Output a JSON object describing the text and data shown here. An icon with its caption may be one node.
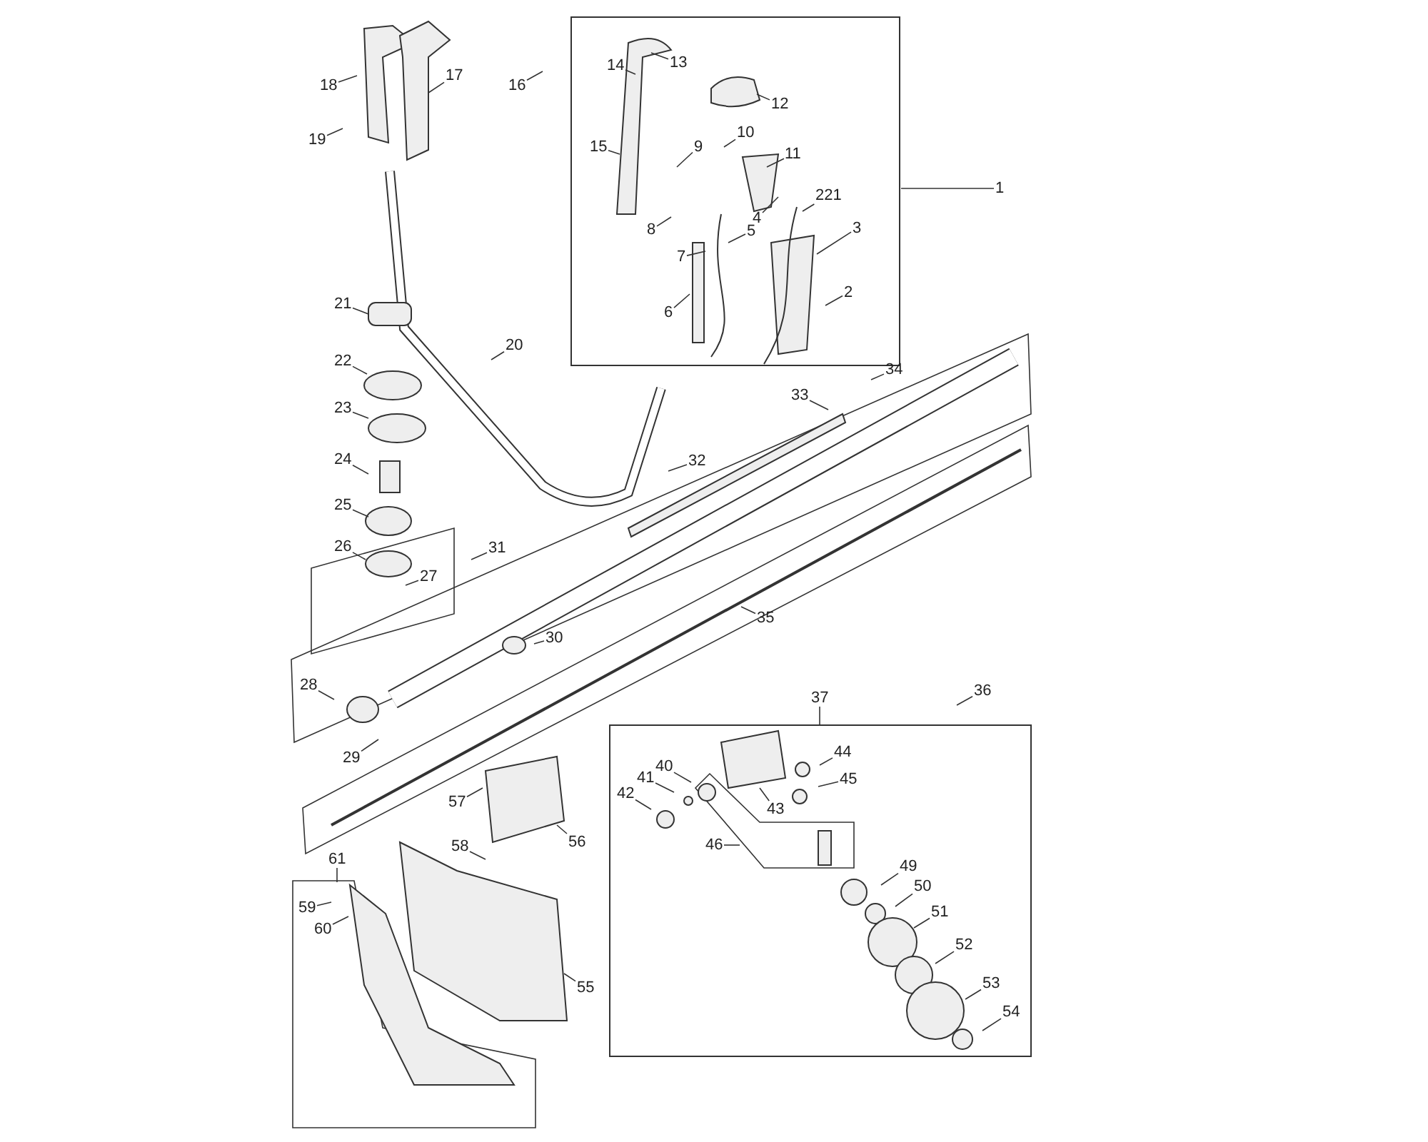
{
  "diagram": {
    "nodes": [
      {
        "text": [
          "1"
        ]
      },
      {
        "text": [
          "2"
        ]
      },
      {
        "text": [
          "3"
        ]
      },
      {
        "text": [
          "4"
        ]
      },
      {
        "text": [
          "221"
        ]
      },
      {
        "text": [
          "5"
        ]
      },
      {
        "text": [
          "6"
        ]
      },
      {
        "text": [
          "7"
        ]
      },
      {
        "text": [
          "8"
        ]
      },
      {
        "text": [
          "9"
        ]
      },
      {
        "text": [
          "10"
        ]
      },
      {
        "text": [
          "11"
        ]
      },
      {
        "text": [
          "12"
        ]
      },
      {
        "text": [
          "13"
        ]
      },
      {
        "text": [
          "14"
        ]
      },
      {
        "text": [
          "15"
        ]
      },
      {
        "text": [
          "16"
        ]
      },
      {
        "text": [
          "17"
        ]
      },
      {
        "text": [
          "18"
        ]
      },
      {
        "text": [
          "19"
        ]
      },
      {
        "text": [
          "20"
        ]
      },
      {
        "text": [
          "21"
        ]
      },
      {
        "text": [
          "22"
        ]
      },
      {
        "text": [
          "23"
        ]
      },
      {
        "text": [
          "24"
        ]
      },
      {
        "text": [
          "25"
        ]
      },
      {
        "text": [
          "26"
        ]
      },
      {
        "text": [
          "27"
        ]
      },
      {
        "text": [
          "28"
        ]
      },
      {
        "text": [
          "29"
        ]
      },
      {
        "text": [
          "30"
        ]
      },
      {
        "text": [
          "31"
        ]
      },
      {
        "text": [
          "32"
        ]
      },
      {
        "text": [
          "33"
        ]
      },
      {
        "text": [
          "34"
        ]
      },
      {
        "text": [
          "35"
        ]
      },
      {
        "text": [
          "36"
        ]
      },
      {
        "text": [
          "37"
        ]
      },
      {
        "text": [
          "40"
        ]
      },
      {
        "text": [
          "41"
        ]
      },
      {
        "text": [
          "42"
        ]
      },
      {
        "text": [
          "43"
        ]
      },
      {
        "text": [
          "44"
        ]
      },
      {
        "text": [
          "45"
        ]
      },
      {
        "text": [
          "46"
        ]
      },
      {
        "text": [
          "49"
        ]
      },
      {
        "text": [
          "50"
        ]
      },
      {
        "text": [
          "51"
        ]
      },
      {
        "text": [
          "52"
        ]
      },
      {
        "text": [
          "53"
        ]
      },
      {
        "text": [
          "54"
        ]
      },
      {
        "text": [
          "55"
        ]
      },
      {
        "text": [
          "56"
        ]
      },
      {
        "text": [
          "57"
        ]
      },
      {
        "text": [
          "58"
        ]
      },
      {
        "text": [
          "59"
        ]
      },
      {
        "text": [
          "60"
        ]
      },
      {
        "text": [
          "61"
        ]
      }
    ],
    "edges": [
      {
        "from": 0,
        "to": null,
        "arrow": "none"
      },
      {
        "from": 1,
        "to": null,
        "arrow": "none"
      },
      {
        "from": 2,
        "to": null,
        "arrow": "none"
      },
      {
        "from": 3,
        "to": null,
        "arrow": "none"
      },
      {
        "from": 4,
        "to": null,
        "arrow": "none"
      },
      {
        "from": 5,
        "to": null,
        "arrow": "none"
      },
      {
        "from": 6,
        "to": null,
        "arrow": "none"
      },
      {
        "from": 7,
        "to": null,
        "arrow": "none"
      },
      {
        "from": 8,
        "to": null,
        "arrow": "none"
      },
      {
        "from": 9,
        "to": null,
        "arrow": "none"
      },
      {
        "from": 10,
        "to": null,
        "arrow": "none"
      },
      {
        "from": 11,
        "to": null,
        "arrow": "none"
      },
      {
        "from": 12,
        "to": null,
        "arrow": "none"
      },
      {
        "from": 13,
        "to": null,
        "arrow": "none"
      },
      {
        "from": 14,
        "to": null,
        "arrow": "none"
      },
      {
        "from": 15,
        "to": null,
        "arrow": "none"
      },
      {
        "from": 16,
        "to": null,
        "arrow": "none"
      },
      {
        "from": 17,
        "to": null,
        "arrow": "none"
      },
      {
        "from": 18,
        "to": null,
        "arrow": "none"
      },
      {
        "from": 19,
        "to": null,
        "arrow": "none"
      },
      {
        "from": 20,
        "to": null,
        "arrow": "none"
      },
      {
        "from": 21,
        "to": null,
        "arrow": "none"
      },
      {
        "from": 22,
        "to": null,
        "arrow": "none"
      },
      {
        "from": 23,
        "to": null,
        "arrow": "none"
      },
      {
        "from": 24,
        "to": null,
        "arrow": "none"
      },
      {
        "from": 25,
        "to": null,
        "arrow": "none"
      },
      {
        "from": 26,
        "to": null,
        "arrow": "none"
      },
      {
        "from": 27,
        "to": null,
        "arrow": "none"
      },
      {
        "from": 28,
        "to": null,
        "arrow": "none"
      },
      {
        "from": 29,
        "to": null,
        "arrow": "none"
      },
      {
        "from": 30,
        "to": null,
        "arrow": "none"
      },
      {
        "from": 31,
        "to": null,
        "arrow": "none"
      },
      {
        "from": 32,
        "to": null,
        "arrow": "none"
      },
      {
        "from": 33,
        "to": null,
        "arrow": "none"
      },
      {
        "from": 34,
        "to": null,
        "arrow": "none"
      },
      {
        "from": 35,
        "to": null,
        "arrow": "none"
      },
      {
        "from": 36,
        "to": null,
        "arrow": "none"
      },
      {
        "from": 37,
        "to": null,
        "arrow": "none"
      },
      {
        "from": 38,
        "to": null,
        "arrow": "none"
      },
      {
        "from": 39,
        "to": null,
        "arrow": "none"
      },
      {
        "from": 40,
        "to": null,
        "arrow": "none"
      },
      {
        "from": 41,
        "to": null,
        "arrow": "none"
      },
      {
        "from": 42,
        "to": null,
        "arrow": "none"
      },
      {
        "from": 43,
        "to": null,
        "arrow": "none"
      },
      {
        "from": 44,
        "to": null,
        "arrow": "none"
      },
      {
        "from": 45,
        "to": null,
        "arrow": "none"
      },
      {
        "from": 46,
        "to": null,
        "arrow": "none"
      },
      {
        "from": 47,
        "to": null,
        "arrow": "none"
      },
      {
        "from": 48,
        "to": null,
        "arrow": "none"
      },
      {
        "from": 49,
        "to": null,
        "arrow": "none"
      },
      {
        "from": 50,
        "to": null,
        "arrow": "none"
      },
      {
        "from": 51,
        "to": null,
        "arrow": "none"
      },
      {
        "from": 52,
        "to": null,
        "arrow": "none"
      },
      {
        "from": 53,
        "to": null,
        "arrow": "none"
      },
      {
        "from": 54,
        "to": null,
        "arrow": "none"
      },
      {
        "from": 55,
        "to": null,
        "arrow": "none"
      },
      {
        "from": 56,
        "to": null,
        "arrow": "none"
      },
      {
        "from": 57,
        "to": null,
        "arrow": "none"
      }
    ]
  }
}
